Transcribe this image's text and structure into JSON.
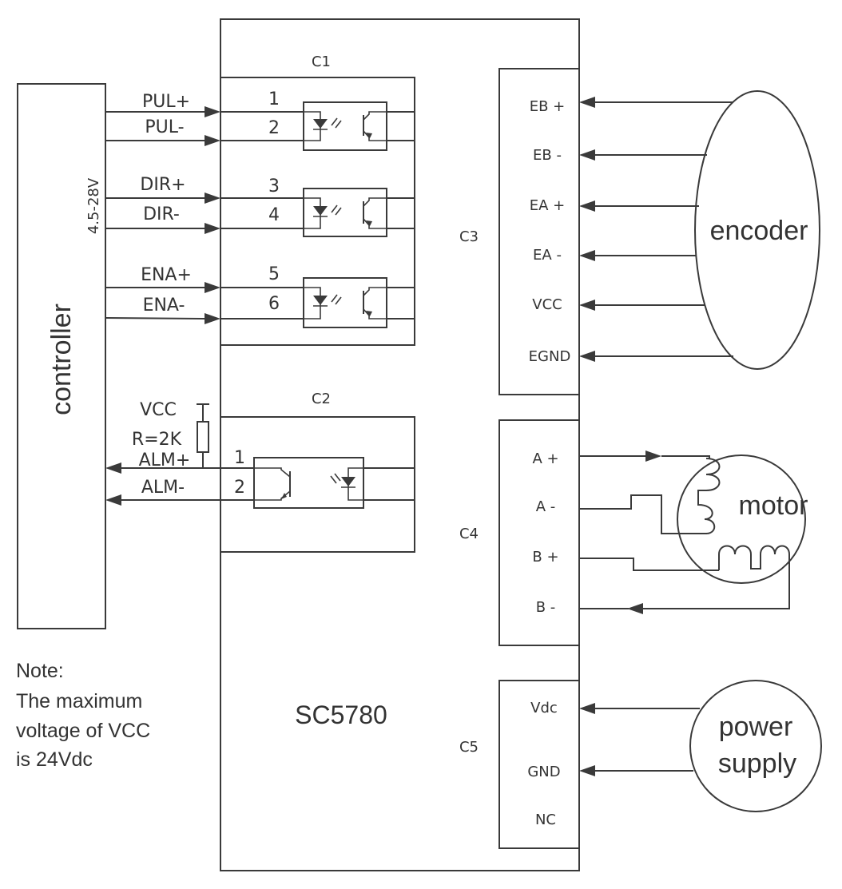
{
  "controller": {
    "label": "controller",
    "voltage": "4.5-28V",
    "signals": [
      "PUL+",
      "PUL-",
      "DIR+",
      "DIR-",
      "ENA+",
      "ENA-"
    ],
    "alarm": {
      "vcc": "VCC",
      "resistor": "R=2K",
      "plus": "ALM+",
      "minus": "ALM-"
    }
  },
  "driver": {
    "model": "SC5780"
  },
  "c1": {
    "label": "C1",
    "pins": [
      "1",
      "2",
      "3",
      "4",
      "5",
      "6"
    ]
  },
  "c2": {
    "label": "C2",
    "pins": [
      "1",
      "2"
    ]
  },
  "c3": {
    "label": "C3",
    "pins": [
      "EB +",
      "EB -",
      "EA +",
      "EA -",
      "VCC",
      "EGND"
    ]
  },
  "c4": {
    "label": "C4",
    "pins": [
      "A +",
      "A -",
      "B +",
      "B -"
    ]
  },
  "c5": {
    "label": "C5",
    "pins": [
      "Vdc",
      "GND",
      "NC"
    ]
  },
  "encoder": {
    "label": "encoder"
  },
  "motor": {
    "label": "motor"
  },
  "power": {
    "line1": "power",
    "line2": "supply"
  },
  "note": {
    "lines": [
      "Note:",
      "The maximum",
      "voltage of VCC",
      "is 24Vdc"
    ]
  }
}
